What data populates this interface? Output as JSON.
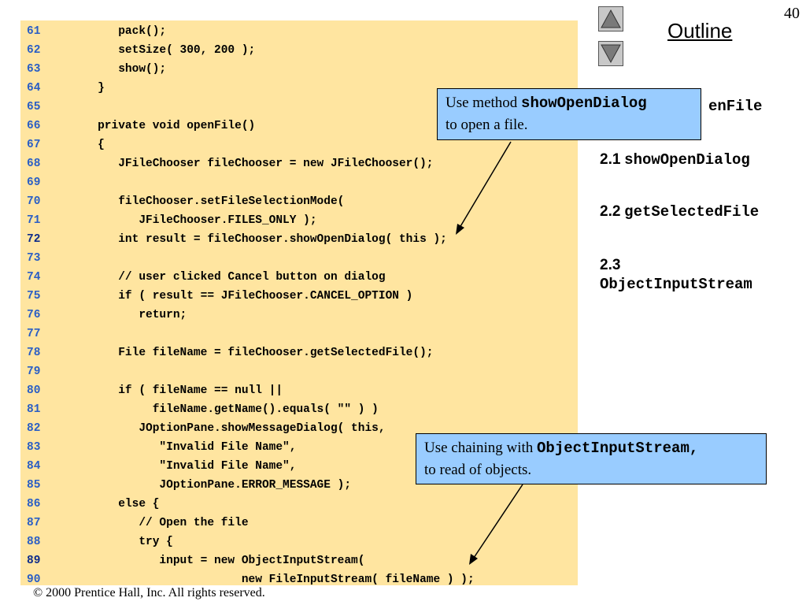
{
  "slide_number": "40",
  "navigation": {
    "up_icon": "triangle-up-icon",
    "down_icon": "triangle-down-icon"
  },
  "outline": {
    "title": "Outline",
    "partial_item": "enFile",
    "items": [
      {
        "num": "2.1",
        "code": "showOpenDialog"
      },
      {
        "num": "2.2",
        "code": "getSelectedFile"
      },
      {
        "num": "2.3",
        "code": "ObjectInputStream"
      }
    ]
  },
  "code_lines": [
    {
      "n": "61",
      "text": "      pack();"
    },
    {
      "n": "62",
      "text": "      setSize( 300, 200 );"
    },
    {
      "n": "63",
      "text": "      show();"
    },
    {
      "n": "64",
      "text": "   }"
    },
    {
      "n": "65",
      "text": ""
    },
    {
      "n": "66",
      "text": "   private void openFile()"
    },
    {
      "n": "67",
      "text": "   {"
    },
    {
      "n": "68",
      "text": "      JFileChooser fileChooser = new JFileChooser();"
    },
    {
      "n": "69",
      "text": ""
    },
    {
      "n": "70",
      "text": "      fileChooser.setFileSelectionMode("
    },
    {
      "n": "71",
      "text": "         JFileChooser.FILES_ONLY );"
    },
    {
      "n": "72",
      "text": "      int result = fileChooser.showOpenDialog( this );"
    },
    {
      "n": "73",
      "text": ""
    },
    {
      "n": "74",
      "text": "      // user clicked Cancel button on dialog"
    },
    {
      "n": "75",
      "text": "      if ( result == JFileChooser.CANCEL_OPTION )"
    },
    {
      "n": "76",
      "text": "         return;"
    },
    {
      "n": "77",
      "text": ""
    },
    {
      "n": "78",
      "text": "      File fileName = fileChooser.getSelectedFile();"
    },
    {
      "n": "79",
      "text": ""
    },
    {
      "n": "80",
      "text": "      if ( fileName == null ||"
    },
    {
      "n": "81",
      "text": "           fileName.getName().equals( \"\" ) )"
    },
    {
      "n": "82",
      "text": "         JOptionPane.showMessageDialog( this,"
    },
    {
      "n": "83",
      "text": "            \"Invalid File Name\","
    },
    {
      "n": "84",
      "text": "            \"Invalid File Name\","
    },
    {
      "n": "85",
      "text": "            JOptionPane.ERROR_MESSAGE );"
    },
    {
      "n": "86",
      "text": "      else {"
    },
    {
      "n": "87",
      "text": "         // Open the file"
    },
    {
      "n": "88",
      "text": "         try {"
    },
    {
      "n": "89",
      "text": "            input = new ObjectInputStream("
    },
    {
      "n": "90",
      "text": "                        new FileInputStream( fileName ) );"
    }
  ],
  "current_lines": [
    "72",
    "89"
  ],
  "callouts": {
    "open_dialog": {
      "prefix": "Use method ",
      "code": "showOpenDialog",
      "suffix": "to open a file."
    },
    "object_stream": {
      "prefix": "Use chaining with ",
      "code": "ObjectInputStream,",
      "suffix": "to read of objects."
    }
  },
  "colors": {
    "code_background": "#ffe5a0",
    "callout_background": "#99ccff",
    "line_number": "#2a5ec5"
  },
  "copyright": "© 2000 Prentice Hall, Inc.  All rights reserved."
}
